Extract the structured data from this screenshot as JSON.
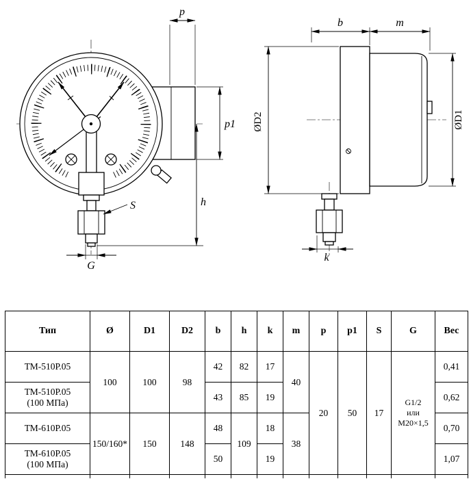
{
  "drawing": {
    "front_view": {
      "p": "p",
      "p1": "p1",
      "h": "h",
      "s": "S",
      "g": "G"
    },
    "side_view": {
      "b": "b",
      "m": "m",
      "d2": "ØD2",
      "d1": "ØD1",
      "k": "k"
    }
  },
  "table": {
    "headers": [
      "Тип",
      "Ø",
      "D1",
      "D2",
      "b",
      "h",
      "k",
      "m",
      "p",
      "p1",
      "S",
      "G",
      "Вес"
    ],
    "rows": [
      {
        "type": "ТМ-510Р.05",
        "dia": "100",
        "d1": "100",
        "d2": "98",
        "b": "42",
        "h": "82",
        "k": "17",
        "m": "40",
        "p": "20",
        "p1": "50",
        "s": "17",
        "g": "G1/2\nили\nM20×1,5",
        "weight": "0,41"
      },
      {
        "type": "ТМ-510Р.05\n(100 МПа)",
        "b": "43",
        "h": "85",
        "k": "19",
        "weight": "0,62"
      },
      {
        "type": "ТМ-610Р.05",
        "dia": "150/160*",
        "d1": "150",
        "d2": "148",
        "b": "48",
        "h": "109",
        "k": "18",
        "m": "38",
        "weight": "0,70"
      },
      {
        "type": "ТМ-610Р.05\n(100 МПа)",
        "b": "50",
        "k": "19",
        "weight": "1,07"
      }
    ]
  }
}
